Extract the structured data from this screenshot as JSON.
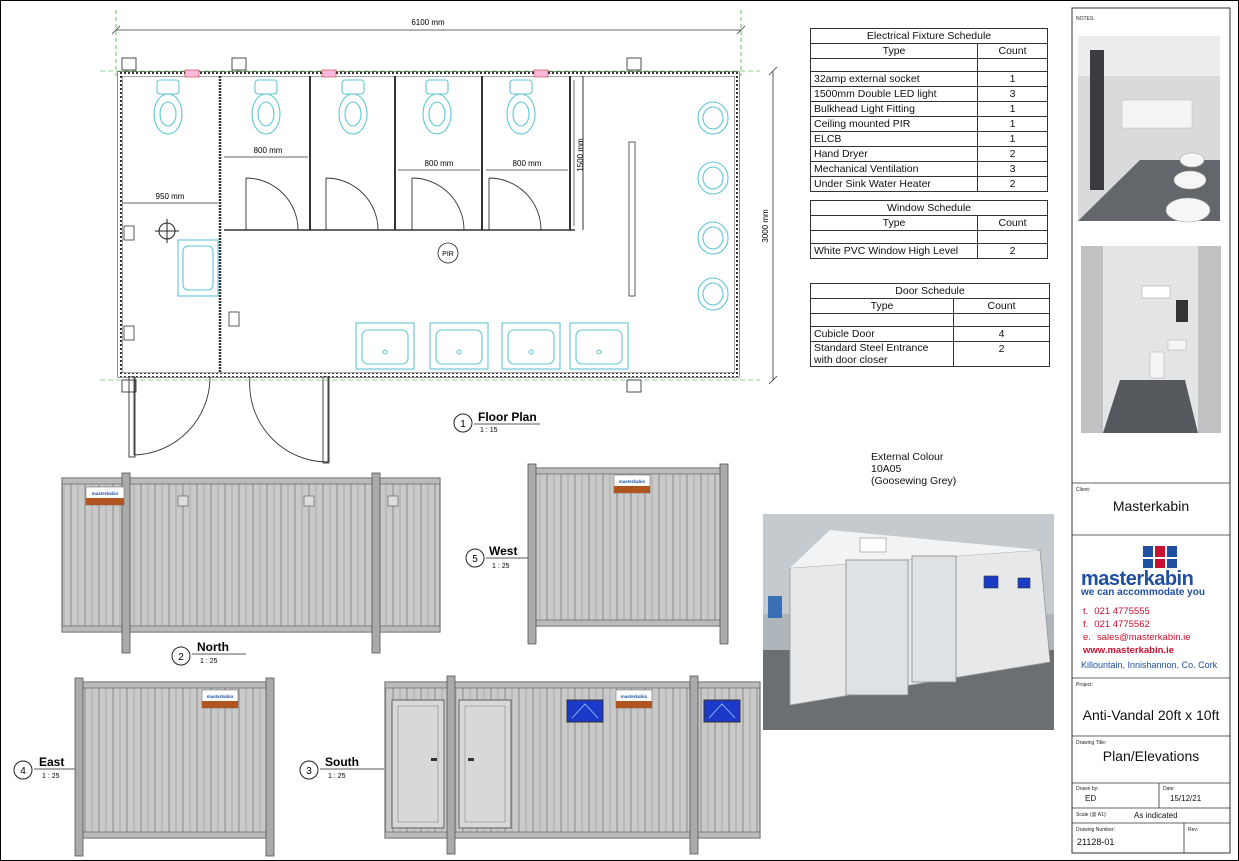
{
  "floor_plan": {
    "overall_width": "6100 mm",
    "overall_depth": "3000 mm",
    "dim_950": "950 mm",
    "dim_800_a": "800 mm",
    "dim_800_b": "800 mm",
    "dim_800_c": "800 mm",
    "dim_1500": "1500 mm",
    "pir": "PIR"
  },
  "views": [
    {
      "num": "1",
      "name": "Floor Plan",
      "scale": "1 : 15"
    },
    {
      "num": "2",
      "name": "North",
      "scale": "1 : 25"
    },
    {
      "num": "3",
      "name": "South",
      "scale": "1 : 25"
    },
    {
      "num": "4",
      "name": "East",
      "scale": "1 : 25"
    },
    {
      "num": "5",
      "name": "West",
      "scale": "1 : 25"
    }
  ],
  "external_colour": {
    "line1": "External Colour",
    "line2": "10A05",
    "line3": "(Goosewing Grey)"
  },
  "electrical": {
    "title": "Electrical Fixture Schedule",
    "col_type": "Type",
    "col_count": "Count",
    "rows": [
      {
        "type": "32amp external socket",
        "count": "1"
      },
      {
        "type": "1500mm Double LED light",
        "count": "3"
      },
      {
        "type": "Bulkhead Light Fitting",
        "count": "1"
      },
      {
        "type": "Ceiling mounted PIR",
        "count": "1"
      },
      {
        "type": "ELCB",
        "count": "1"
      },
      {
        "type": "Hand Dryer",
        "count": "2"
      },
      {
        "type": "Mechanical Ventilation",
        "count": "3"
      },
      {
        "type": "Under Sink Water Heater",
        "count": "2"
      }
    ]
  },
  "window": {
    "title": "Window Schedule",
    "col_type": "Type",
    "col_count": "Count",
    "rows": [
      {
        "type": "White PVC Window High Level",
        "count": "2"
      }
    ]
  },
  "door": {
    "title": "Door Schedule",
    "col_type": "Type",
    "col_count": "Count",
    "rows": [
      {
        "type": "Cubicle Door",
        "count": "4"
      },
      {
        "type": "Standard Steel Entrance",
        "type2": "with door closer",
        "count": "2"
      }
    ]
  },
  "title_block": {
    "notes_label": "NOTES:",
    "client_label": "Client:",
    "client": "Masterkabin",
    "brand": "masterkabin",
    "tagline": "we can accommodate you",
    "phone1_k": "t.",
    "phone1": "021 4775555",
    "phone2_k": "f.",
    "phone2": "021 4775562",
    "email_k": "e.",
    "email": "sales@masterkabin.ie",
    "web": "www.masterkabin.ie",
    "address": "Killountain, Innishannon, Co. Cork",
    "project_label": "Project:",
    "project": "Anti-Vandal 20ft x 10ft",
    "drawing_title_label": "Drawing Title:",
    "drawing_title": "Plan/Elevations",
    "drawn_by_label": "Drawn by:",
    "drawn_by": "ED",
    "date_label": "Date:",
    "date": "15/12/21",
    "scale_label": "Scale (@ A1):",
    "scale": "As indicated",
    "drawing_number_label": "Drawing Number:",
    "drawing_number": "21128-01",
    "rev_label": "Rev:"
  },
  "sign_text": {
    "line1": "masterkabin",
    "line2": "we can accommodate you"
  },
  "colors": {
    "accent_red": "#c8102e",
    "brand_blue": "#1f4fa0",
    "fixture_cyan": "#5fc7d6",
    "panel_grey": "#c8c8c8"
  }
}
